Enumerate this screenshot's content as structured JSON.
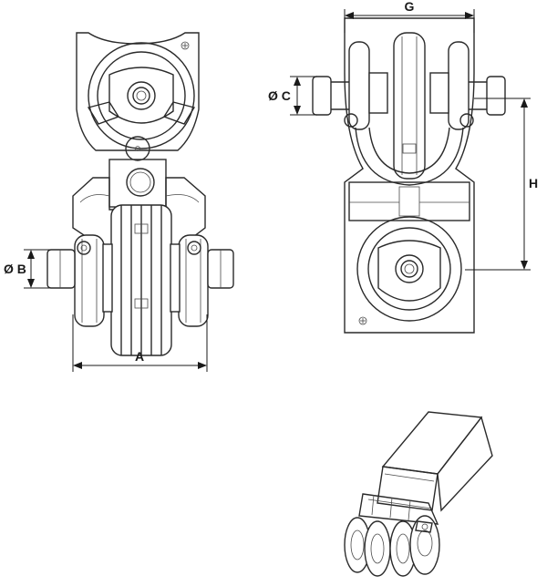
{
  "dimensions": {
    "A": "A",
    "B": "Ø B",
    "C": "Ø C",
    "G": "G",
    "H": "H"
  }
}
